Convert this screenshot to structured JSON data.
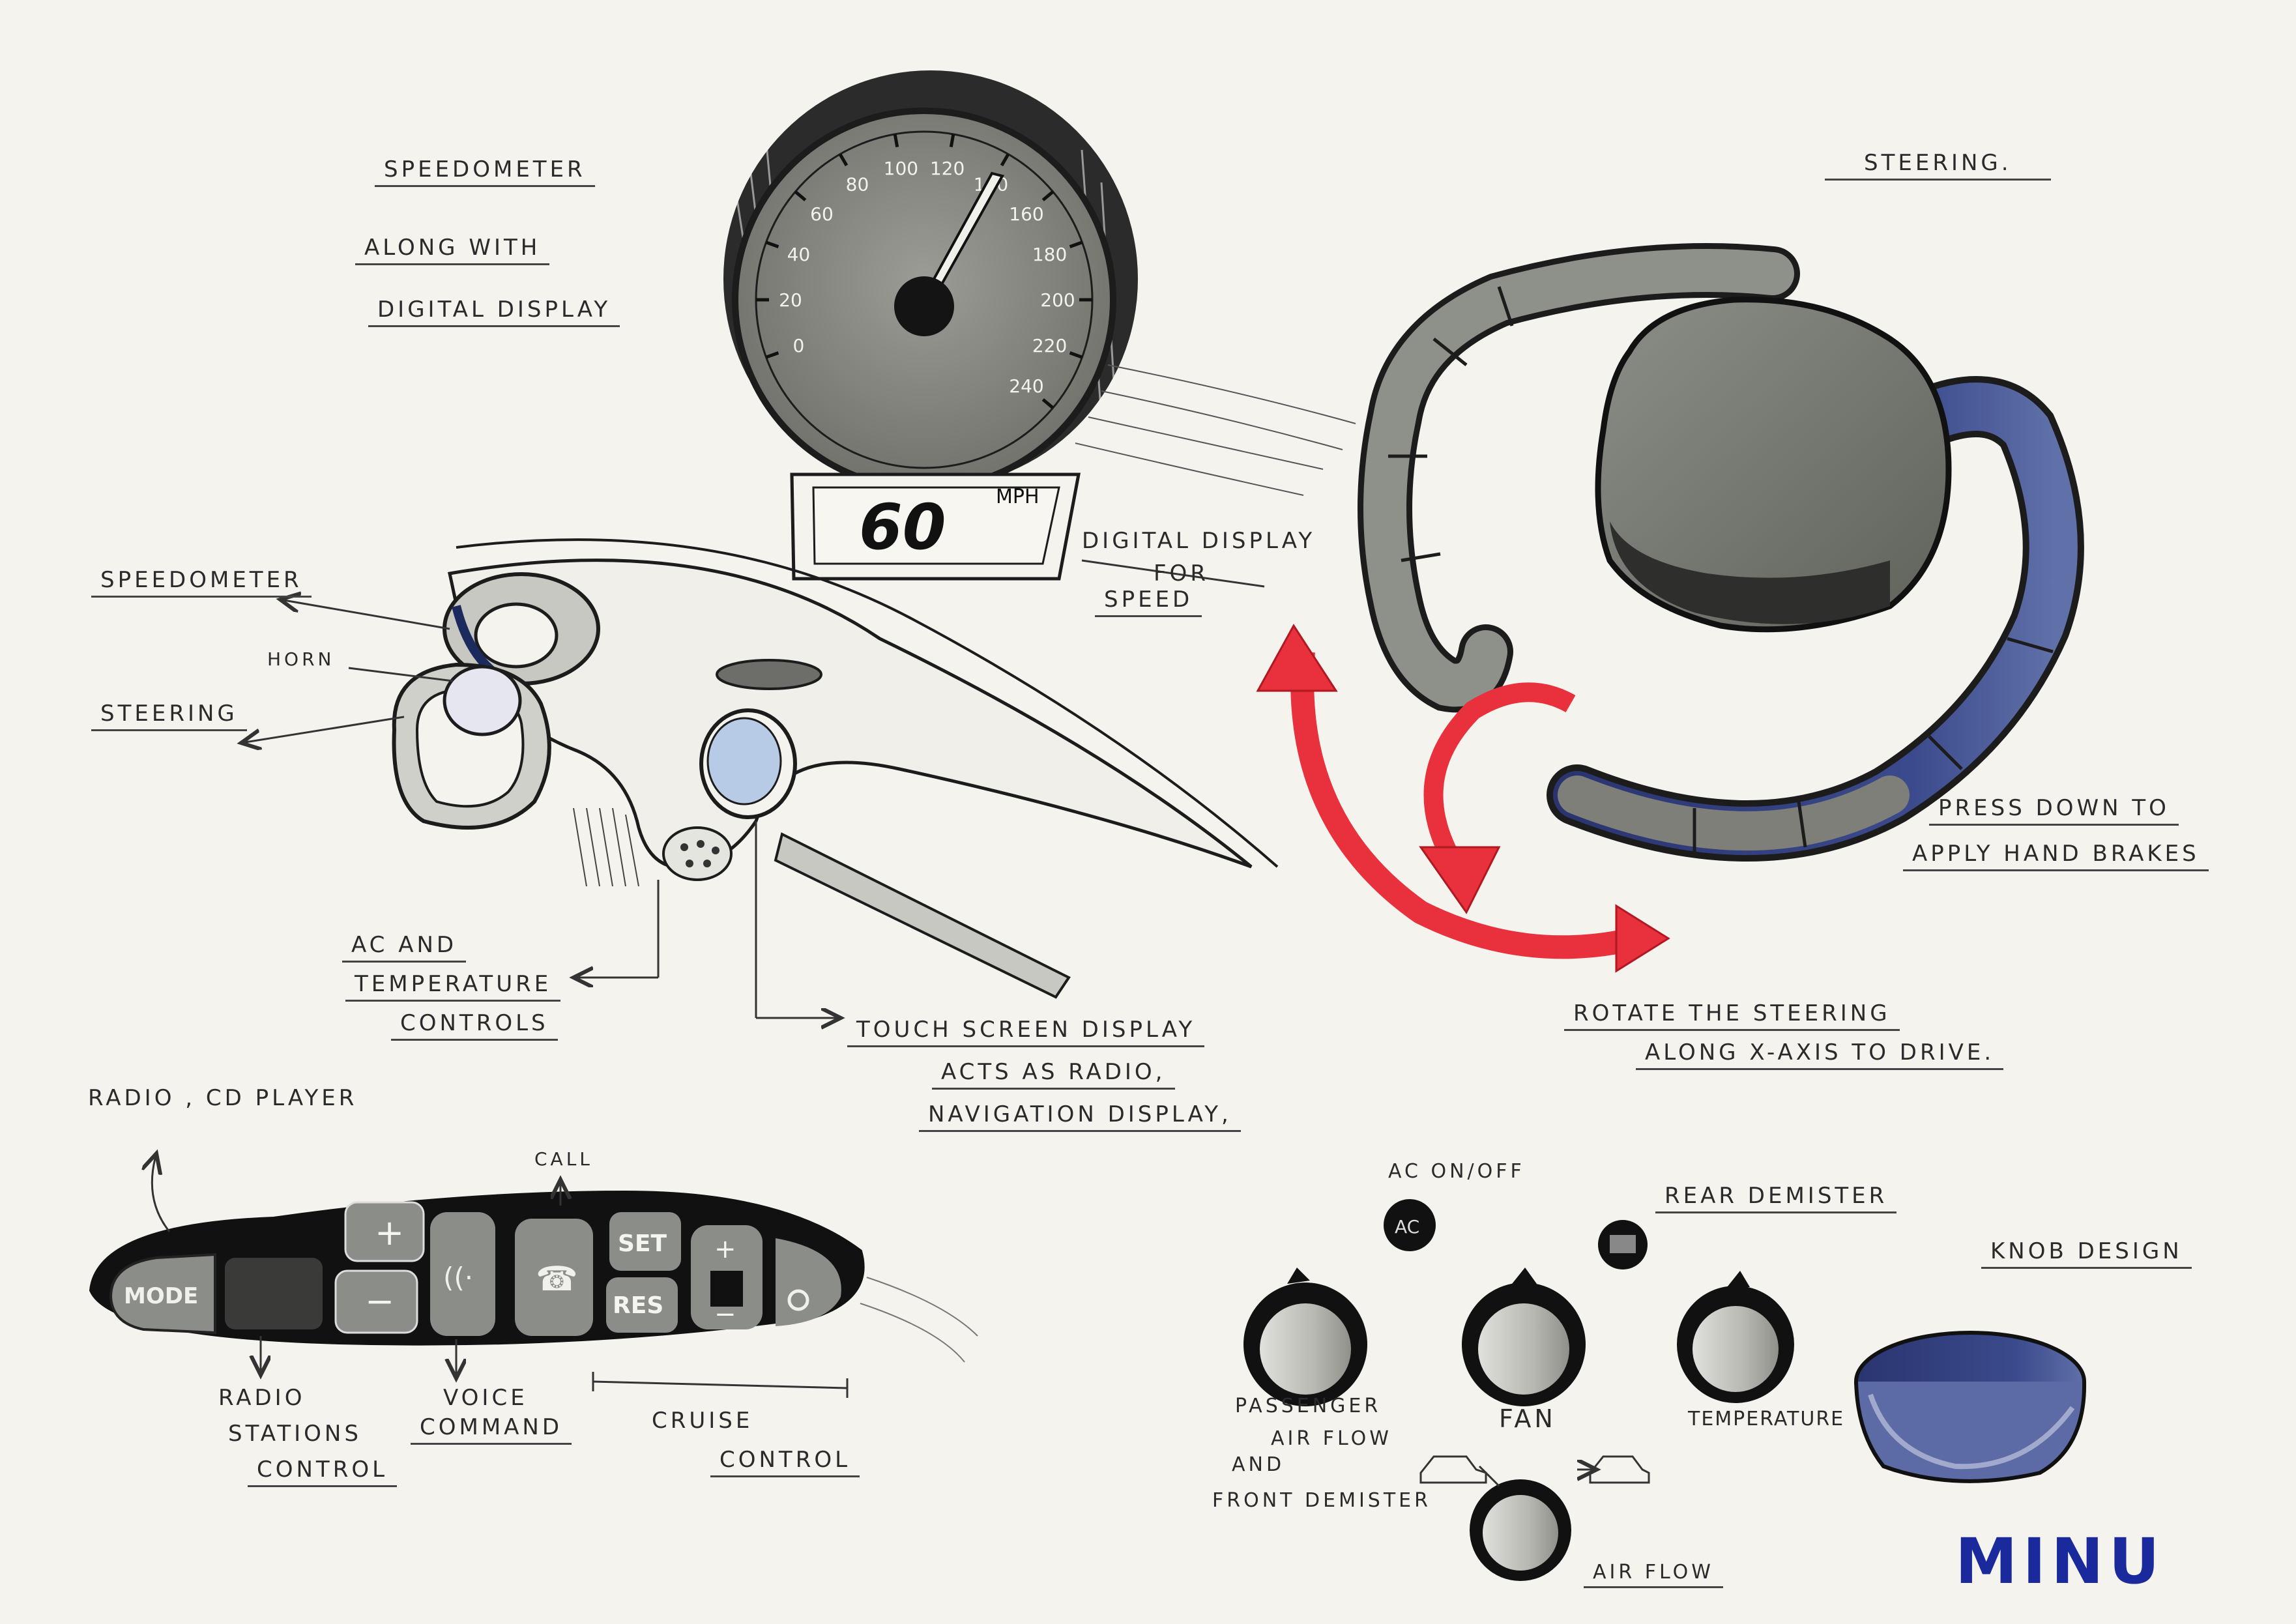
{
  "speedometer_section": {
    "title_lines": [
      "SPEEDOMETER",
      "ALONG WITH",
      "DIGITAL DISPLAY"
    ],
    "dial_ticks": [
      "0",
      "20",
      "40",
      "60",
      "80",
      "100",
      "120",
      "140",
      "160",
      "180",
      "200",
      "220",
      "240"
    ],
    "digital_value": "60",
    "digital_unit": "MPH",
    "display_caption": [
      "DIGITAL DISPLAY",
      "FOR",
      "SPEED"
    ]
  },
  "dashboard_section": {
    "callouts": {
      "speedometer": "SPEEDOMETER",
      "horn": "HORN",
      "steering": "STEERING",
      "ac_lines": [
        "AC AND",
        "TEMPERATURE",
        "CONTROLS"
      ],
      "touch_lines": [
        "TOUCH SCREEN DISPLAY",
        "ACTS AS RADIO,",
        "NAVIGATION DISPLAY,"
      ]
    }
  },
  "steering_section": {
    "title": "STEERING.",
    "brake_note": [
      "PRESS DOWN TO",
      "APPLY HAND BRAKES"
    ],
    "rotate_note": [
      "ROTATE THE STEERING",
      "ALONG X-AXIS TO DRIVE."
    ]
  },
  "control_panel_section": {
    "top_label": "RADIO , CD PLAYER",
    "call_label": "CALL",
    "buttons": {
      "mode": "MODE",
      "plus": "+",
      "minus": "−",
      "set": "SET",
      "res": "RES",
      "cruise_plus": "+",
      "cruise_minus": "−"
    },
    "bottom_labels": {
      "radio": [
        "RADIO",
        "STATIONS",
        "CONTROL"
      ],
      "voice": [
        "VOICE",
        "COMMAND"
      ],
      "cruise": [
        "CRUISE",
        "CONTROL"
      ]
    }
  },
  "knob_section": {
    "ac_label": "AC ON/OFF",
    "ac_button_text": "AC",
    "rear_label": "REAR DEMISTER",
    "knob_design_label": "KNOB DESIGN",
    "passenger_lines": [
      "PASSENGER",
      "AIR FLOW",
      "AND",
      "FRONT DEMISTER"
    ],
    "fan_label": "FAN",
    "temperature_label": "TEMPERATURE",
    "airflow_label": "AIR FLOW"
  },
  "signature": "MINU",
  "colors": {
    "ink": "#1c1c1c",
    "marker_grey": "#7d7f78",
    "arrow_red": "#e8313c",
    "paper": "#f5f3ee",
    "signature_blue": "#1a2a9c"
  }
}
